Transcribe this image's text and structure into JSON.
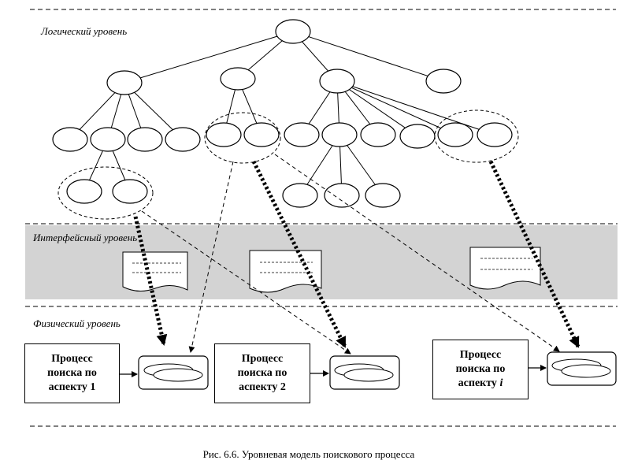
{
  "levels": {
    "logical": "Логический уровень",
    "interface": "Интерфейсный уровень",
    "physical": "Физический уровень"
  },
  "processes": [
    {
      "line1": "Процесс",
      "line2": "поиска по",
      "line3": "аспекту 1"
    },
    {
      "line1": "Процесс",
      "line2": "поиска по",
      "line3": "аспекту 2"
    },
    {
      "line1": "Процесс",
      "line2": "поиска по",
      "line3": "аспекту",
      "index": "i"
    }
  ],
  "caption": "Рис. 6.6. Уровневая модель поискового процесса",
  "colors": {
    "interface_band": "#d3d3d3",
    "line": "#000000",
    "background": "#ffffff"
  }
}
